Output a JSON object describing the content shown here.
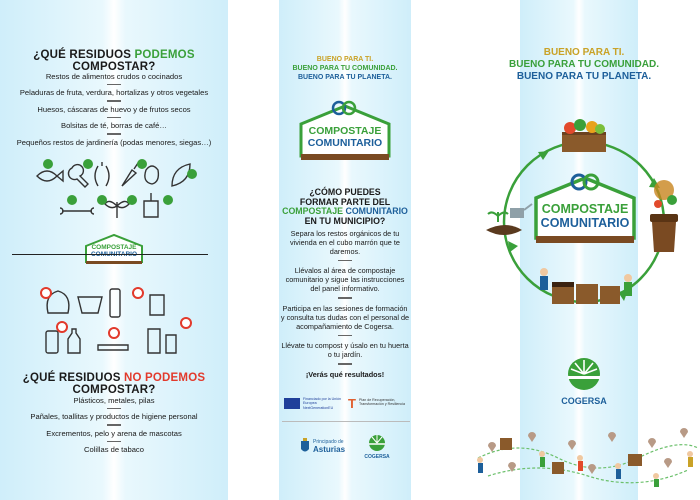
{
  "left": {
    "can_title_prefix": "¿QUÉ RESIDUOS ",
    "can_title_highlight": "PODEMOS",
    "can_title_suffix": "COMPOSTAR?",
    "can_items": [
      "Restos de alimentos crudos o cocinados",
      "Peladuras de fruta, verdura, hortalizas y otros vegetales",
      "Huesos, cáscaras de huevo y de frutos secos",
      "Bolsitas de té, borras de café…",
      "Pequeños restos de jardinería (podas menores, siegas…)"
    ],
    "logo_line1": "COMPOSTAJE",
    "logo_line2": "COMUNITARIO",
    "cannot_title_prefix": "¿QUÉ RESIDUOS ",
    "cannot_title_highlight": "NO PODEMOS",
    "cannot_title_suffix": "COMPOSTAR?",
    "cannot_items": [
      "Plásticos, metales, pilas",
      "Pañales, toallitas y productos de higiene personal",
      "Excrementos, pelo y arena de mascotas",
      "Colillas de tabaco"
    ]
  },
  "middle": {
    "slogan1": "BUENO PARA TI.",
    "slogan2": "BUENO PARA TU COMUNIDAD.",
    "slogan3": "BUENO PARA TU PLANETA.",
    "logo_line1": "COMPOSTAJE",
    "logo_line2": "COMUNITARIO",
    "how_title_1": "¿CÓMO PUEDES",
    "how_title_2": "FORMAR PARTE DEL",
    "how_title_3a": "COMPOSTAJE",
    "how_title_3b": " COMUNITARIO",
    "how_title_4": "EN TU MUNICIPIO?",
    "steps": [
      "Separa los restos orgánicos de tu vivienda en el cubo marrón que te daremos.",
      "Llévalos al área de compostaje comunitario y sigue las instrucciones del panel informativo.",
      "Participa en las sesiones de formación y consulta tus dudas con el personal de acompañamiento de Cogersa.",
      "Llévate tu compost y úsalo en tu huerta o tu jardín."
    ],
    "closing": "¡Verás qué resultados!",
    "eu_text": "Financiado por la Unión Europea NextGenerationEU",
    "prtr_text": "Plan de Recuperación, Transformación y Resiliencia",
    "asturias_1": "Principado de",
    "asturias_2": "Asturias",
    "cogersa_small": "COGERSA"
  },
  "right": {
    "slogan1": "BUENO PARA TI.",
    "slogan2": "BUENO PARA TU COMUNIDAD.",
    "slogan3": "BUENO PARA TU PLANETA.",
    "logo_line1": "COMPOSTAJE",
    "logo_line2": "COMUNITARIO",
    "cogersa": "COGERSA"
  },
  "colors": {
    "green": "#3aa03a",
    "blue": "#1d5f9a",
    "red": "#e23a2c",
    "brown": "#7a4a22",
    "band": "#cfeefa"
  }
}
